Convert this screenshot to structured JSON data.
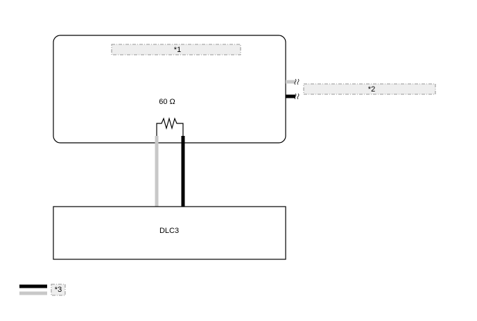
{
  "ecu_callout": "*1",
  "bus_callout": "*2",
  "legend_callout": "*3",
  "resistor_label": "60 Ω",
  "connector_label": "DLC3",
  "colors": {
    "wire_dark": "#000000",
    "wire_light": "#c8c8c8",
    "outline": "#000000",
    "callout_fill": "#eeeeee"
  },
  "icons": {
    "resistor": "zigzag-resistor-symbol",
    "wire_break": "wavy-break-mark"
  }
}
